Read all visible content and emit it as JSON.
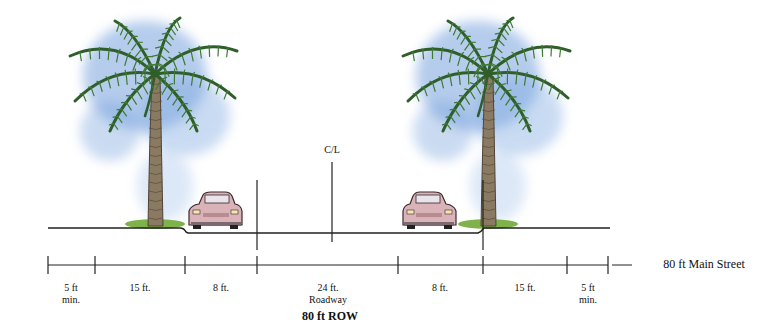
{
  "diagram": {
    "labels": [
      "C/L",
      "5 ft min.",
      "15 ft.",
      "8 ft.",
      "24 ft. Roadway",
      "8 ft.",
      "15 ft.",
      "5 ft min.",
      "80 ft Main Street",
      "80 ft ROW"
    ]
  }
}
